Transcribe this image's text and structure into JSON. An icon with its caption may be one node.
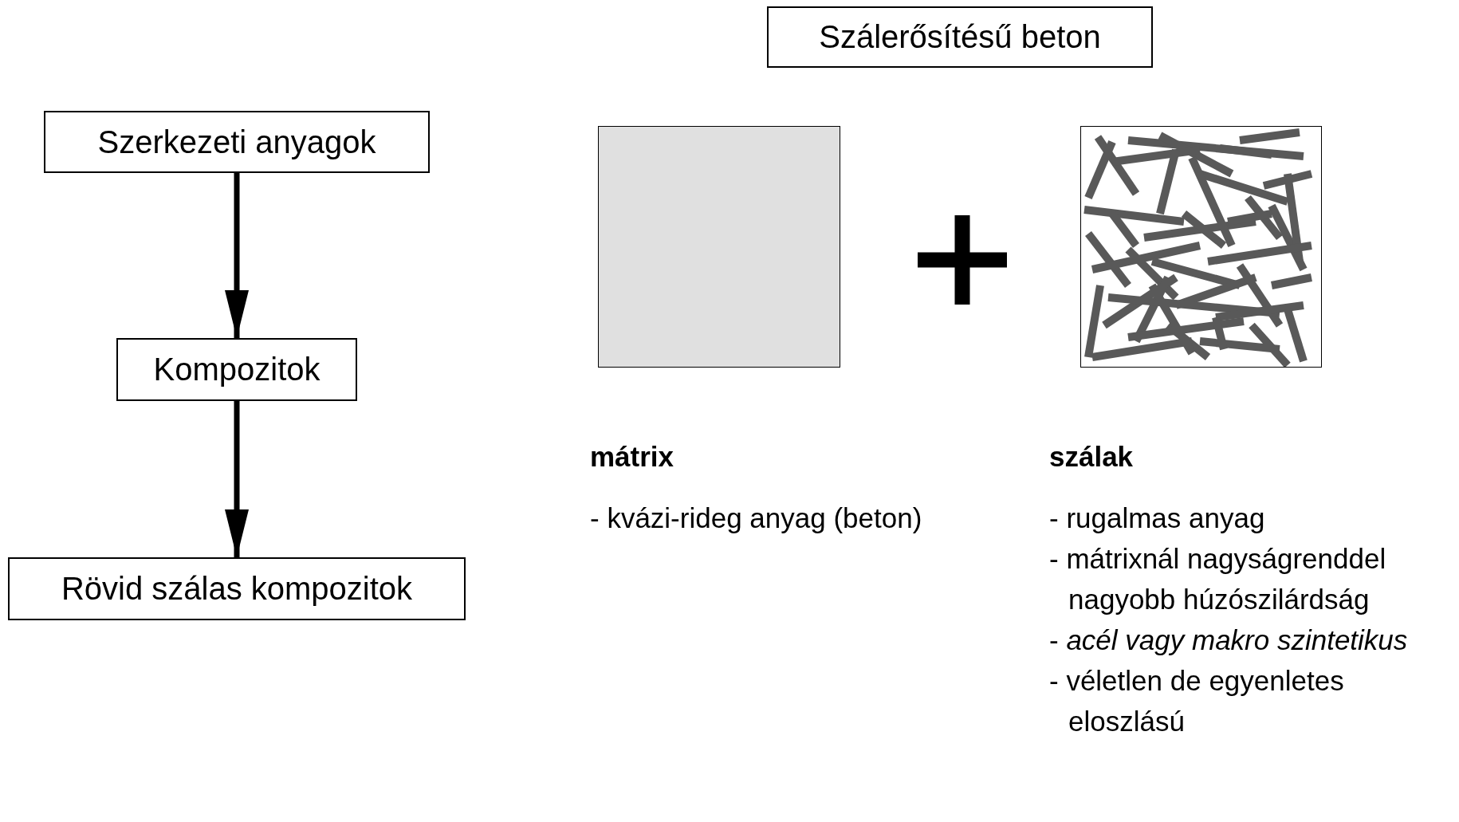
{
  "diagram": {
    "nodes": [
      {
        "text": [
          "Szerkezeti anyagok"
        ]
      },
      {
        "text": [
          "Kompozitok"
        ]
      },
      {
        "text": [
          "Rövid szálas kompozitok"
        ]
      },
      {
        "text": [
          "Szálerősítésű beton"
        ]
      },
      {
        "text": [],
        "shape": "box"
      },
      {
        "text": [],
        "shape": "picture"
      }
    ],
    "edges": [
      {
        "from": 0,
        "to": 1,
        "arrow": "to"
      },
      {
        "from": 1,
        "to": 2,
        "arrow": "to"
      }
    ],
    "labels": [
      "mátrix",
      "- kvázi-rideg anyag (beton)",
      "szálak",
      "- rugalmas anyag",
      "- mátrixnál nagyságrenddel nagyobb húzószilárdság",
      "- *acél vagy makro szintetikus*",
      "- véletlen de egyenletes eloszlású"
    ]
  }
}
